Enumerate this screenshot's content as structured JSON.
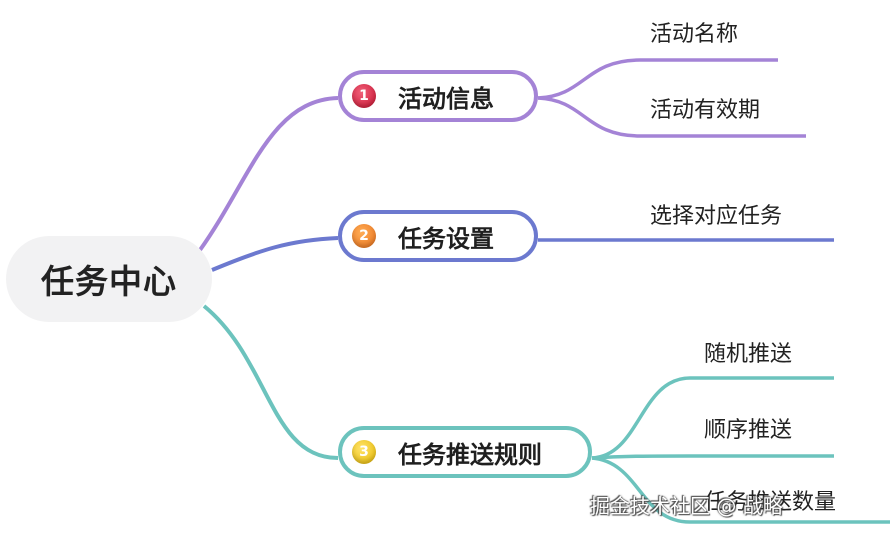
{
  "root": {
    "label": "任务中心"
  },
  "colors": {
    "branch1": "#a483d6",
    "branch2": "#6c79cf",
    "branch3": "#6cc3bd",
    "badge1": "#d6213e",
    "badge2": "#f08a2a",
    "badge3": "#f2c91c"
  },
  "branches": [
    {
      "badge": "1",
      "label": "活动信息",
      "leaves": [
        "活动名称",
        "活动有效期"
      ]
    },
    {
      "badge": "2",
      "label": "任务设置",
      "leaves": [
        "选择对应任务"
      ]
    },
    {
      "badge": "3",
      "label": "任务推送规则",
      "leaves": [
        "随机推送",
        "顺序推送",
        "任务推送数量"
      ]
    }
  ],
  "watermark": "掘金技术社区 @ 战略"
}
